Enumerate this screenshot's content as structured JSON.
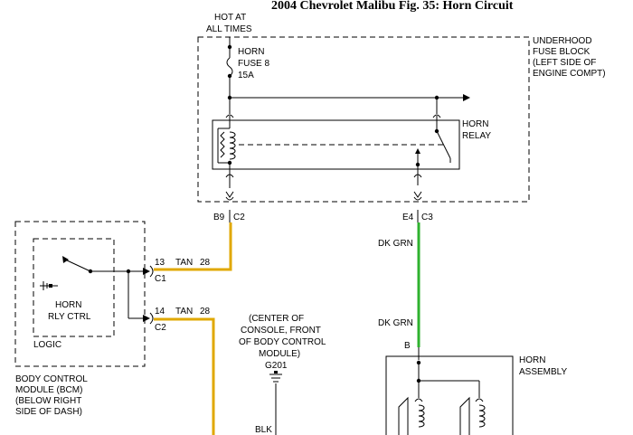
{
  "title": "2004 Chevrolet Malibu Fig. 35: Horn Circuit",
  "power_label": [
    "HOT AT",
    "ALL TIMES"
  ],
  "fuse_label": [
    "HORN",
    "FUSE 8",
    "15A"
  ],
  "fuse_block_label": [
    "UNDERHOOD",
    "FUSE BLOCK",
    "(LEFT SIDE OF",
    "ENGINE COMPT)"
  ],
  "relay_label": [
    "HORN",
    "RELAY"
  ],
  "connectors": {
    "b9": "B9",
    "c2_top": "C2",
    "e4": "E4",
    "c3": "C3",
    "c1": "C1",
    "c2_bcm": "C2",
    "horn_b": "B"
  },
  "wires": {
    "pin13": "13",
    "pin14": "14",
    "tan_1": "TAN",
    "tan_2": "TAN",
    "gauge_1": "28",
    "gauge_2": "28",
    "dk_grn_1": "DK GRN",
    "dk_grn_2": "DK GRN",
    "blk": "BLK"
  },
  "horn_ctrl_label": [
    "HORN",
    "RLY CTRL"
  ],
  "logic_label": "LOGIC",
  "bcm_label": [
    "BODY CONTROL",
    "MODULE (BCM)",
    "(BELOW RIGHT",
    "SIDE OF DASH)"
  ],
  "ground_note": [
    "(CENTER OF",
    "CONSOLE, FRONT",
    "OF BODY CONTROL",
    "MODULE)"
  ],
  "ground_id": "G201",
  "horn_assembly_label": [
    "HORN",
    "ASSEMBLY"
  ],
  "colors": {
    "tan": "#e0a800",
    "dk_grn": "#2fb22f"
  }
}
